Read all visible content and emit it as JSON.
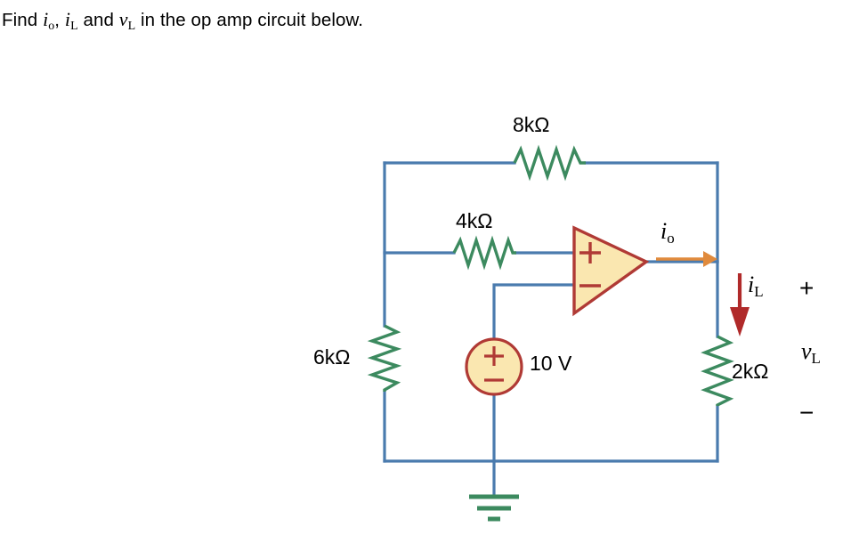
{
  "question": {
    "prefix": "Find ",
    "var1": "i",
    "var1_sub": "o",
    "sep1": ", ",
    "var2": "i",
    "var2_sub": "L",
    "sep2": " and ",
    "var3": "v",
    "var3_sub": "L",
    "suffix": " in the op amp circuit below.",
    "full_text": "Find iₒ, iʟ and vʟ in the op amp circuit below."
  },
  "circuit": {
    "title": "op amp circuit",
    "components": {
      "r_feedback": {
        "label": "8kΩ",
        "value": "8",
        "unit": "kΩ",
        "orientation": "horizontal",
        "position": "top"
      },
      "r_input": {
        "label": "4kΩ",
        "value": "4",
        "unit": "kΩ",
        "orientation": "horizontal",
        "position": "middle-left"
      },
      "r_shunt": {
        "label": "6kΩ",
        "value": "6",
        "unit": "kΩ",
        "orientation": "vertical",
        "position": "left"
      },
      "r_load": {
        "label": "2kΩ",
        "value": "2",
        "unit": "kΩ",
        "orientation": "vertical",
        "position": "right"
      },
      "source": {
        "label": "10 V",
        "value": "10",
        "unit": "V",
        "type": "dc-voltage-source",
        "plus": "+",
        "minus": "−"
      },
      "opamp": {
        "plus_terminal": "+",
        "minus_terminal": "−",
        "type": "op-amp"
      },
      "ground": {
        "type": "earth-ground",
        "bars": 3
      }
    },
    "annotations": {
      "current_out": {
        "symbol": "i",
        "subscript": "o",
        "direction": "right",
        "color": "#E08A3C"
      },
      "current_load": {
        "symbol": "i",
        "subscript": "L",
        "direction": "down",
        "color": "#B02A2A"
      },
      "voltage_load": {
        "symbol": "v",
        "subscript": "L",
        "polarity_plus": "+",
        "polarity_minus": "−"
      }
    },
    "colors": {
      "wire": "#4A7BAE",
      "resistor": "#3C8A5F",
      "opamp_fill": "#FAE7B0",
      "opamp_border": "#B03A35",
      "source_fill": "#FAE7B0",
      "source_border": "#B03A35",
      "arrow_out": "#E08A3C",
      "arrow_load": "#B02A2A",
      "ground": "#3C8A5F",
      "text": "#000000",
      "background": "#FFFFFF"
    }
  }
}
